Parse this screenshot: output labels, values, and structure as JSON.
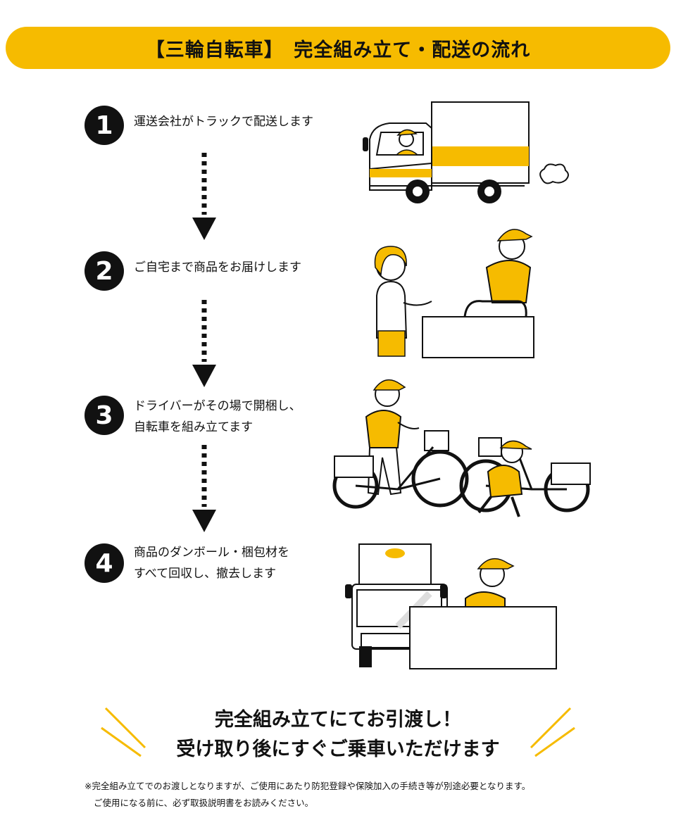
{
  "banner": {
    "title": "【三輪自転車】　完全組み立て・配送の流れ"
  },
  "steps": [
    {
      "number": "1",
      "lines": [
        "運送会社がトラックで配送します"
      ],
      "illustration": "delivery-truck"
    },
    {
      "number": "2",
      "lines": [
        "ご自宅まで商品をお届けします"
      ],
      "illustration": "home-delivery"
    },
    {
      "number": "3",
      "lines": [
        "ドライバーがその場で開梱し、",
        "自転車を組み立てます"
      ],
      "illustration": "bike-assembly"
    },
    {
      "number": "4",
      "lines": [
        "商品のダンボール・梱包材を",
        "すべて回収し、撤去します"
      ],
      "illustration": "box-removal"
    }
  ],
  "closing": {
    "line1": "完全組み立てにてお引渡し！",
    "line2": "受け取り後にすぐご乗車いただけます"
  },
  "notes": {
    "line1": "※完全組み立てでのお渡しとなりますが、ご使用にあたり防犯登録や保険加入の手続き等が別途必要となります。",
    "line2": "ご使用になる前に、必ず取扱説明書をお読みください。"
  },
  "colors": {
    "accent": "#f6bb00",
    "dark": "#111111"
  }
}
